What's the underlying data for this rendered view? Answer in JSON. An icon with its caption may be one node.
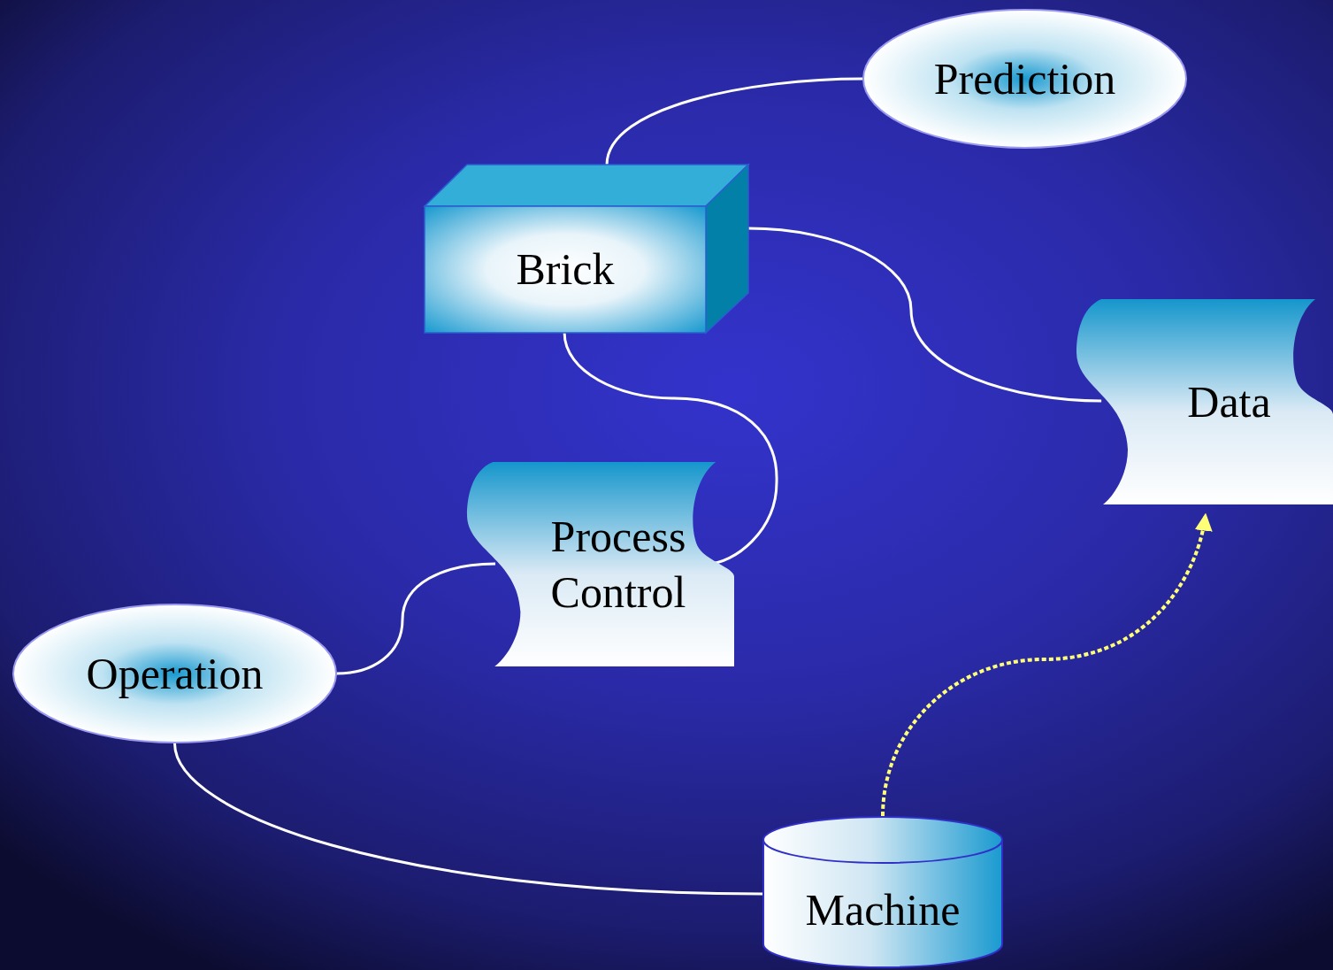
{
  "diagram": {
    "nodes": [
      {
        "text": [
          "Prediction"
        ]
      },
      {
        "text": [
          "Brick"
        ]
      },
      {
        "text": [
          "Data"
        ]
      },
      {
        "text": [
          "Process Control"
        ]
      },
      {
        "text": [
          "Operation"
        ]
      },
      {
        "text": [
          "Machine"
        ]
      }
    ],
    "edges": [
      {
        "from": 1,
        "to": 0,
        "arrow": "none"
      },
      {
        "from": 1,
        "to": 2,
        "arrow": "none"
      },
      {
        "from": 1,
        "to": 3,
        "arrow": "none"
      },
      {
        "from": 3,
        "to": 4,
        "arrow": "none"
      },
      {
        "from": 4,
        "to": 5,
        "arrow": "none"
      },
      {
        "from": 5,
        "to": 2,
        "arrow": "to",
        "style": "dashed",
        "color": "#ffff77"
      }
    ]
  }
}
